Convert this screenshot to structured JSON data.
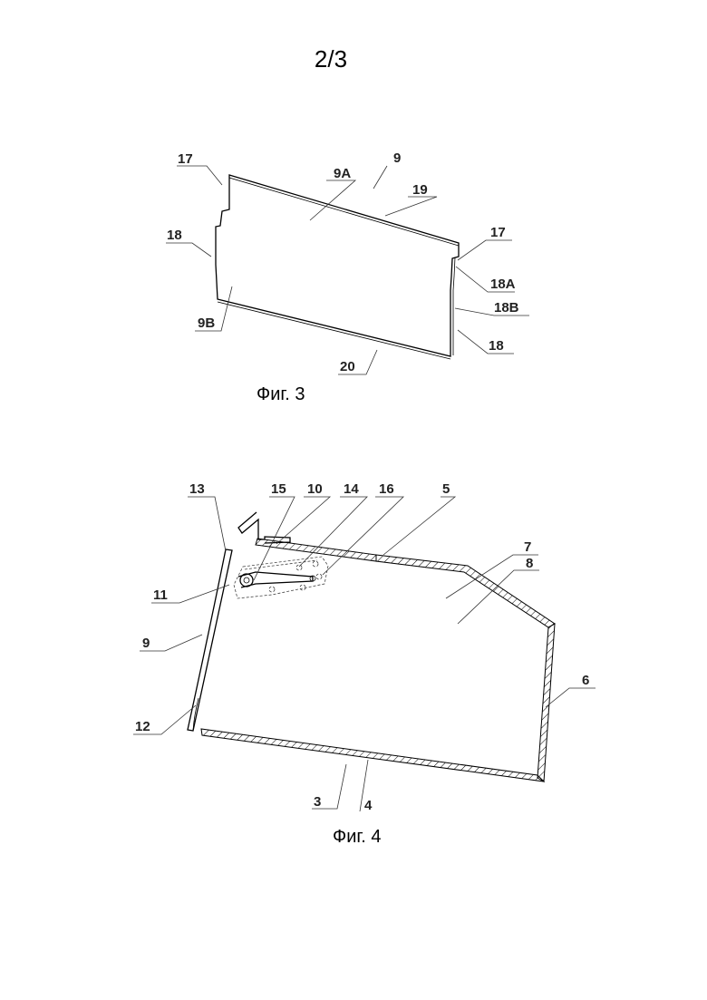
{
  "page_number": "2/3",
  "figure3": {
    "caption": "Фиг. 3",
    "labels": {
      "l17a": "17",
      "l9": "9",
      "l9A": "9A",
      "l19": "19",
      "l18a": "18",
      "l17b": "17",
      "l18A": "18A",
      "l18B": "18B",
      "l9B": "9B",
      "l18b": "18",
      "l20": "20"
    }
  },
  "figure4": {
    "caption": "Фиг. 4",
    "labels": {
      "l13": "13",
      "l15": "15",
      "l10": "10",
      "l14": "14",
      "l16": "16",
      "l5": "5",
      "l7": "7",
      "l8": "8",
      "l11": "11",
      "l9": "9",
      "l6": "6",
      "l12": "12",
      "l3": "3",
      "l4": "4"
    }
  }
}
